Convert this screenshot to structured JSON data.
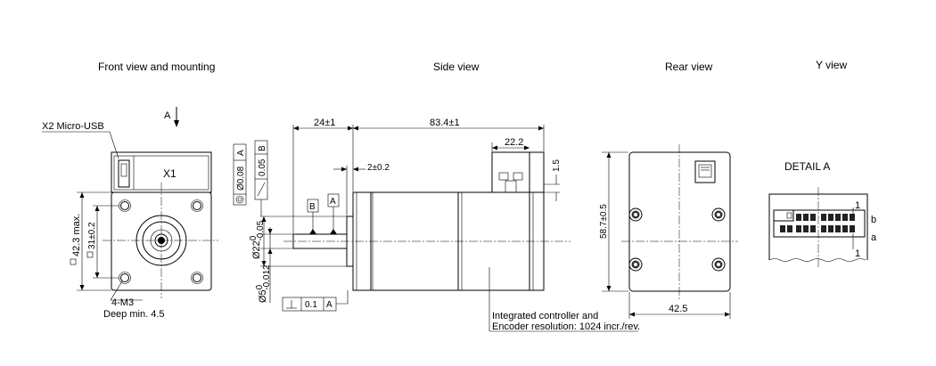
{
  "views": {
    "front": "Front view and mounting",
    "side": "Side view",
    "rear": "Rear view",
    "y": "Y view"
  },
  "front": {
    "usb_label": "X2 Micro-USB",
    "connector_label": "X1",
    "arrow_label": "A",
    "dim_square_outer": "42.3 max.",
    "dim_square_holes": "31±0.2",
    "thread_label": "4-M3",
    "thread_depth": "Deep min. 4.5"
  },
  "side": {
    "dim_flange": "24±1",
    "dim_total": "83.4±1",
    "dim_22": "22.2",
    "dim_2": "2±0.2",
    "dim_15": "1.5",
    "dia_pilot": "Ø22",
    "dia_pilot_tol_up": "0",
    "dia_pilot_tol_low": "-0.05",
    "dia_shaft": "Ø5",
    "dia_shaft_tol_up": "0",
    "dia_shaft_tol_low": "-0.012",
    "gdt_concentric_val": "Ø0.08",
    "gdt_concentric_ref": "A",
    "gdt_runout_val": "0.05",
    "gdt_runout_ref": "B",
    "datum_a": "A",
    "datum_b": "B",
    "gdt_perp_val": "0.1",
    "gdt_perp_ref": "A",
    "note_line1": "Integrated controller and",
    "note_line2": "Encoder resolution: 1024 incr./rev."
  },
  "rear": {
    "dim_height": "58.7±0.5",
    "dim_width": "42.5"
  },
  "ydetail": {
    "title": "DETAIL A",
    "pin1_top": "1",
    "pin1_bottom": "1",
    "row_b": "b",
    "row_a": "a"
  }
}
